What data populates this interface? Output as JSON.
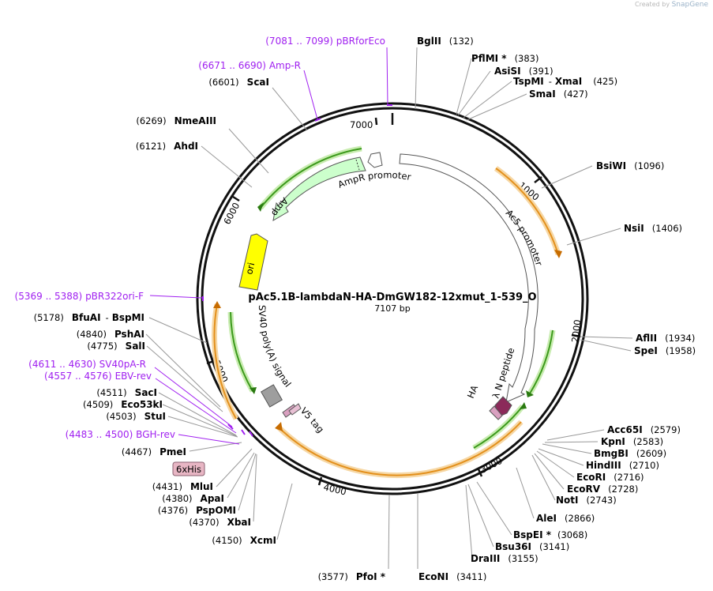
{
  "header": {
    "created_by": "Created by",
    "app": "SnapGene"
  },
  "plasmid": {
    "name": "pAc5.1B-lambdaN-HA-DmGW182-12xmut_1-539_O",
    "length_text": "7107 bp"
  },
  "ring_ticks": [
    {
      "label": "1000"
    },
    {
      "label": "2000"
    },
    {
      "label": "3000"
    },
    {
      "label": "4000"
    },
    {
      "label": "5000"
    },
    {
      "label": "6000"
    },
    {
      "label": "7000"
    }
  ],
  "features": {
    "ampr": "AmpR",
    "ampr_promoter": "AmpR promoter",
    "ori": "ori",
    "ac5_promoter": "Ac5 promoter",
    "sv40_polya": "SV40 poly(A) signal",
    "v5_tag": "V5 tag",
    "his_tag": "6xHis",
    "ha": "HA",
    "lambda_n": "λ N peptide"
  },
  "colors": {
    "ampr": "#ccffcc",
    "ampr_promoter": "#ffffff",
    "ori": "#ffff00",
    "ac5_promoter": "#ffffff",
    "polya": "#9e9e9e",
    "tag": "#d9a0c0",
    "his": "#e8b6c4",
    "lambda_n": "#8b2a5a",
    "orf_orange": "#f0a020",
    "orf_green": "#5cb82a",
    "primer": "#a020f0"
  },
  "sites": [
    {
      "name": "BglII",
      "pos": "(132)"
    },
    {
      "name": "PflMI *",
      "pos": "(383)"
    },
    {
      "name": "AsiSI",
      "pos": "(391)"
    },
    {
      "name": "TspMI",
      "sep": "-",
      "name2": "XmaI",
      "pos": "(425)"
    },
    {
      "name": "SmaI",
      "pos": "(427)"
    },
    {
      "name": "BsiWI",
      "pos": "(1096)"
    },
    {
      "name": "NsiI",
      "pos": "(1406)"
    },
    {
      "name": "AflII",
      "pos": "(1934)"
    },
    {
      "name": "SpeI",
      "pos": "(1958)"
    },
    {
      "name": "Acc65I",
      "pos": "(2579)"
    },
    {
      "name": "KpnI",
      "pos": "(2583)"
    },
    {
      "name": "BmgBI",
      "pos": "(2609)"
    },
    {
      "name": "HindIII",
      "pos": "(2710)"
    },
    {
      "name": "EcoRI",
      "pos": "(2716)"
    },
    {
      "name": "EcoRV",
      "pos": "(2728)"
    },
    {
      "name": "NotI",
      "pos": "(2743)"
    },
    {
      "name": "AleI",
      "pos": "(2866)"
    },
    {
      "name": "BspEI *",
      "pos": "(3068)"
    },
    {
      "name": "Bsu36I",
      "pos": "(3141)"
    },
    {
      "name": "DraIII",
      "pos": "(3155)"
    },
    {
      "name": "EcoNI",
      "pos": "(3411)"
    },
    {
      "name": "PfoI *",
      "pos": "(3577)"
    },
    {
      "name": "XcmI",
      "pos": "(4150)"
    },
    {
      "name": "XbaI",
      "pos": "(4370)"
    },
    {
      "name": "PspOMI",
      "pos": "(4376)"
    },
    {
      "name": "ApaI",
      "pos": "(4380)"
    },
    {
      "name": "MluI",
      "pos": "(4431)"
    },
    {
      "name": "PmeI",
      "pos": "(4467)"
    },
    {
      "name": "StuI",
      "pos": "(4503)"
    },
    {
      "name": "Eco53kI",
      "pos": "(4509)"
    },
    {
      "name": "SacI",
      "pos": "(4511)"
    },
    {
      "name": "SalI",
      "pos": "(4775)"
    },
    {
      "name": "PshAI",
      "pos": "(4840)"
    },
    {
      "name": "BfuAI",
      "sep": "-",
      "name2": "BspMI",
      "pos": "(5178)"
    },
    {
      "name": "AhdI",
      "pos": "(6121)"
    },
    {
      "name": "NmeAIII",
      "pos": "(6269)"
    },
    {
      "name": "ScaI",
      "pos": "(6601)"
    }
  ],
  "primers": [
    {
      "name": "pBRforEco",
      "range": "(7081 .. 7099)"
    },
    {
      "name": "Amp-R",
      "range": "(6671 .. 6690)"
    },
    {
      "name": "pBR322ori-F",
      "range": "(5369 .. 5388)"
    },
    {
      "name": "SV40pA-R",
      "range": "(4611 .. 4630)"
    },
    {
      "name": "EBV-rev",
      "range": "(4557 .. 4576)"
    },
    {
      "name": "BGH-rev",
      "range": "(4483 .. 4500)"
    }
  ]
}
